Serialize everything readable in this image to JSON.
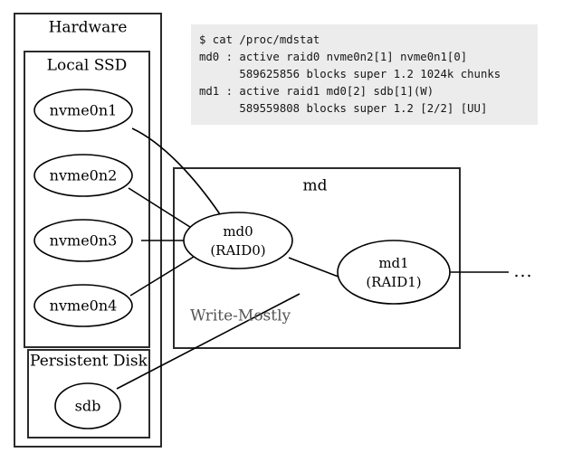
{
  "terminal": {
    "lines": [
      "$ cat /proc/mdstat",
      "md0 : active raid0 nvme0n2[1] nvme0n1[0]",
      "      589625856 blocks super 1.2 1024k chunks",
      "md1 : active raid1 md0[2] sdb[1](W)",
      "      589559808 blocks super 1.2 [2/2] [UU]"
    ],
    "text": "$ cat /proc/mdstat\nmd0 : active raid0 nvme0n2[1] nvme0n1[0]\n      589625856 blocks super 1.2 1024k chunks\nmd1 : active raid1 md0[2] sdb[1](W)\n      589559808 blocks super 1.2 [2/2] [UU]"
  },
  "clusters": {
    "hardware": "Hardware",
    "local_ssd": "Local SSD",
    "persistent_disk": "Persistent Disk",
    "md": "md"
  },
  "nodes": {
    "nvme0n1": "nvme0n1",
    "nvme0n2": "nvme0n2",
    "nvme0n3": "nvme0n3",
    "nvme0n4": "nvme0n4",
    "sdb": "sdb",
    "md0_line1": "md0",
    "md0_line2": "(RAID0)",
    "md1_line1": "md1",
    "md1_line2": "(RAID1)"
  },
  "annotations": {
    "write_mostly": "Write-Mostly",
    "ellipsis": "..."
  },
  "colors": {
    "terminal_background": "#ececec",
    "terminal_text": "#161616",
    "box_stroke": "#2b2b2b",
    "node_stroke": "#000000",
    "muted_text": "#555555",
    "page_background": "#ffffff"
  }
}
